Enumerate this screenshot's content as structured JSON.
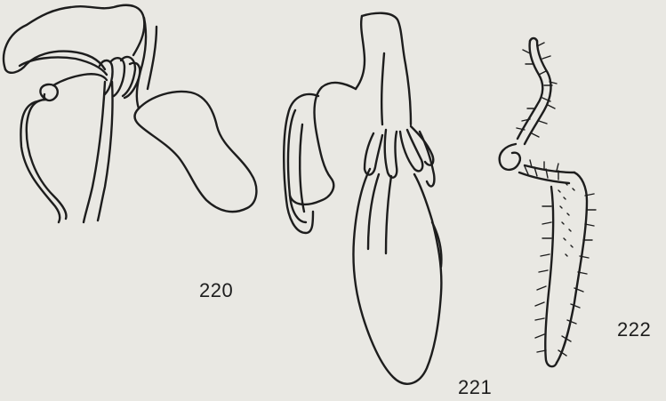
{
  "labels": {
    "fig_220": "220",
    "fig_221": "221",
    "fig_222": "222"
  },
  "colors": {
    "background": "#e9e8e3",
    "ink": "#1d1d1d"
  }
}
